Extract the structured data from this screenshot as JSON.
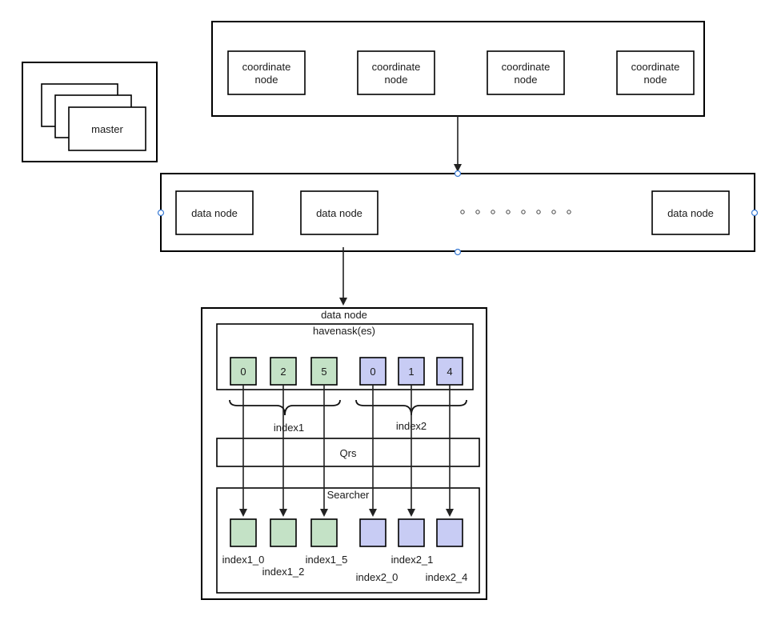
{
  "coordinate_cluster": {
    "nodes": [
      {
        "line1": "coordinate",
        "line2": "node"
      },
      {
        "line1": "coordinate",
        "line2": "node"
      },
      {
        "line1": "coordinate",
        "line2": "node"
      },
      {
        "line1": "coordinate",
        "line2": "node"
      }
    ]
  },
  "master": {
    "label": "master"
  },
  "data_cluster": {
    "nodes": [
      "data node",
      "data node",
      "data node"
    ],
    "ellipsis_dots": 8
  },
  "detail": {
    "title": "data node",
    "havenask_label": "havenask(es)",
    "index1": {
      "label": "index1",
      "shards": [
        "0",
        "2",
        "5"
      ],
      "color": "#c4e2c6",
      "searcher_labels": [
        "index1_0",
        "index1_2",
        "index1_5"
      ]
    },
    "index2": {
      "label": "index2",
      "shards": [
        "0",
        "1",
        "4"
      ],
      "color": "#c8ccf4",
      "searcher_labels": [
        "index2_0",
        "index2_1",
        "index2_4"
      ]
    },
    "qrs_label": "Qrs",
    "searcher_label": "Searcher"
  }
}
